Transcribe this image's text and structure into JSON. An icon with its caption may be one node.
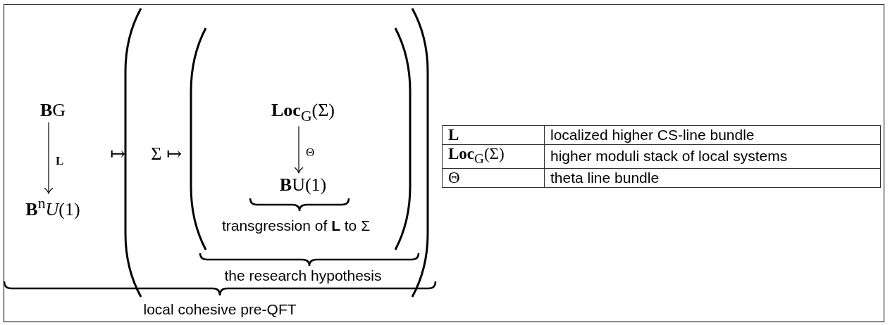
{
  "diagram": {
    "nodes": [
      {
        "text": [
          "**B**G"
        ]
      },
      {
        "text": [
          "**B**$^{n}$*U*(1)"
        ]
      },
      {
        "text": [
          "**Loc**$_{G}$(Σ)"
        ]
      },
      {
        "text": [
          "**B**U(1)"
        ]
      }
    ],
    "edges": [
      {
        "from": 0,
        "to": 1,
        "arrow": "to",
        "label": "L"
      },
      {
        "from": 2,
        "to": 3,
        "arrow": "to",
        "label": "Θ"
      }
    ],
    "labels": [
      "↦",
      "Σ ↦",
      "transgression of **L** to Σ",
      "the research hypothesis",
      "local cohesive pre-QFT",
      "**L**",
      "localized higher CS-line bundle",
      "**Loc**$_{G}$(Σ)",
      "higher moduli stack of local systems",
      "Θ",
      "theta line bundle"
    ]
  }
}
